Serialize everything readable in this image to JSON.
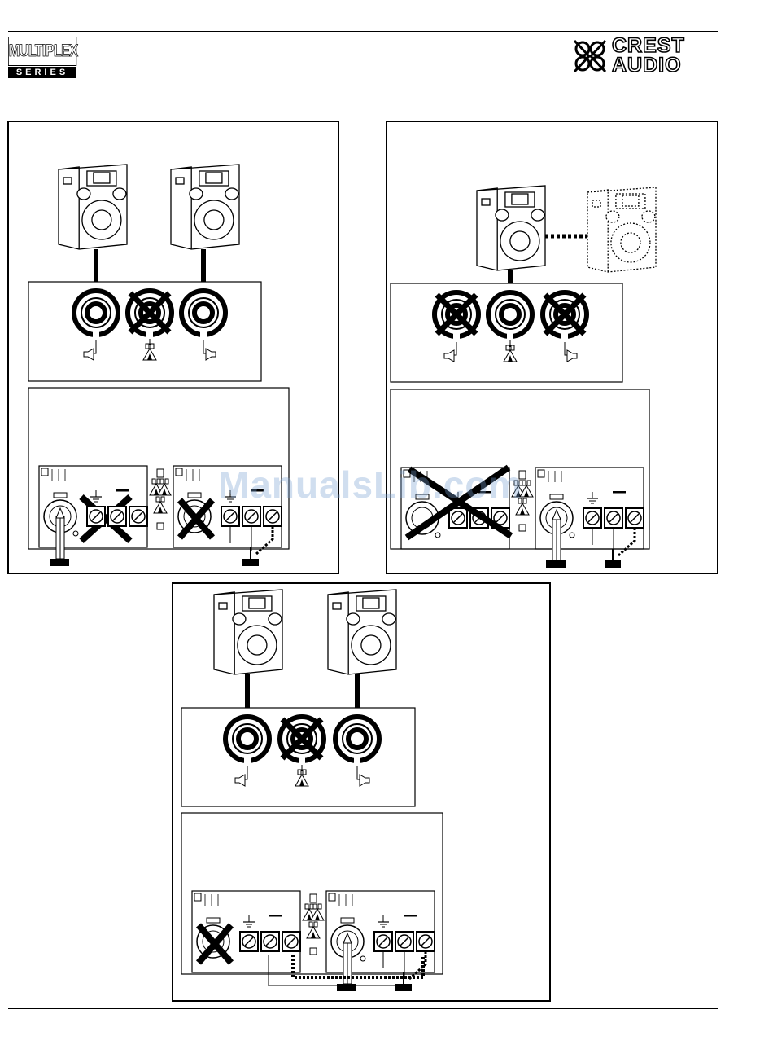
{
  "header": {
    "brand_left_top": "MULTIPLEX",
    "brand_left_bottom": "SERIES",
    "brand_right_line1": "CREST",
    "brand_right_line2": "AUDIO"
  },
  "watermark": "ManualsLib.com",
  "panels": [
    {
      "id": "top-left",
      "speakers": 2,
      "jacks": [
        "connected",
        "crossed",
        "connected"
      ]
    },
    {
      "id": "top-right",
      "speakers": 1,
      "jacks": [
        "crossed",
        "connected",
        "crossed"
      ]
    },
    {
      "id": "bottom",
      "speakers": 2,
      "jacks": [
        "connected",
        "crossed",
        "connected"
      ]
    }
  ],
  "colors": {
    "ink": "#000000",
    "paper": "#ffffff",
    "watermark": "#78a0d2"
  }
}
